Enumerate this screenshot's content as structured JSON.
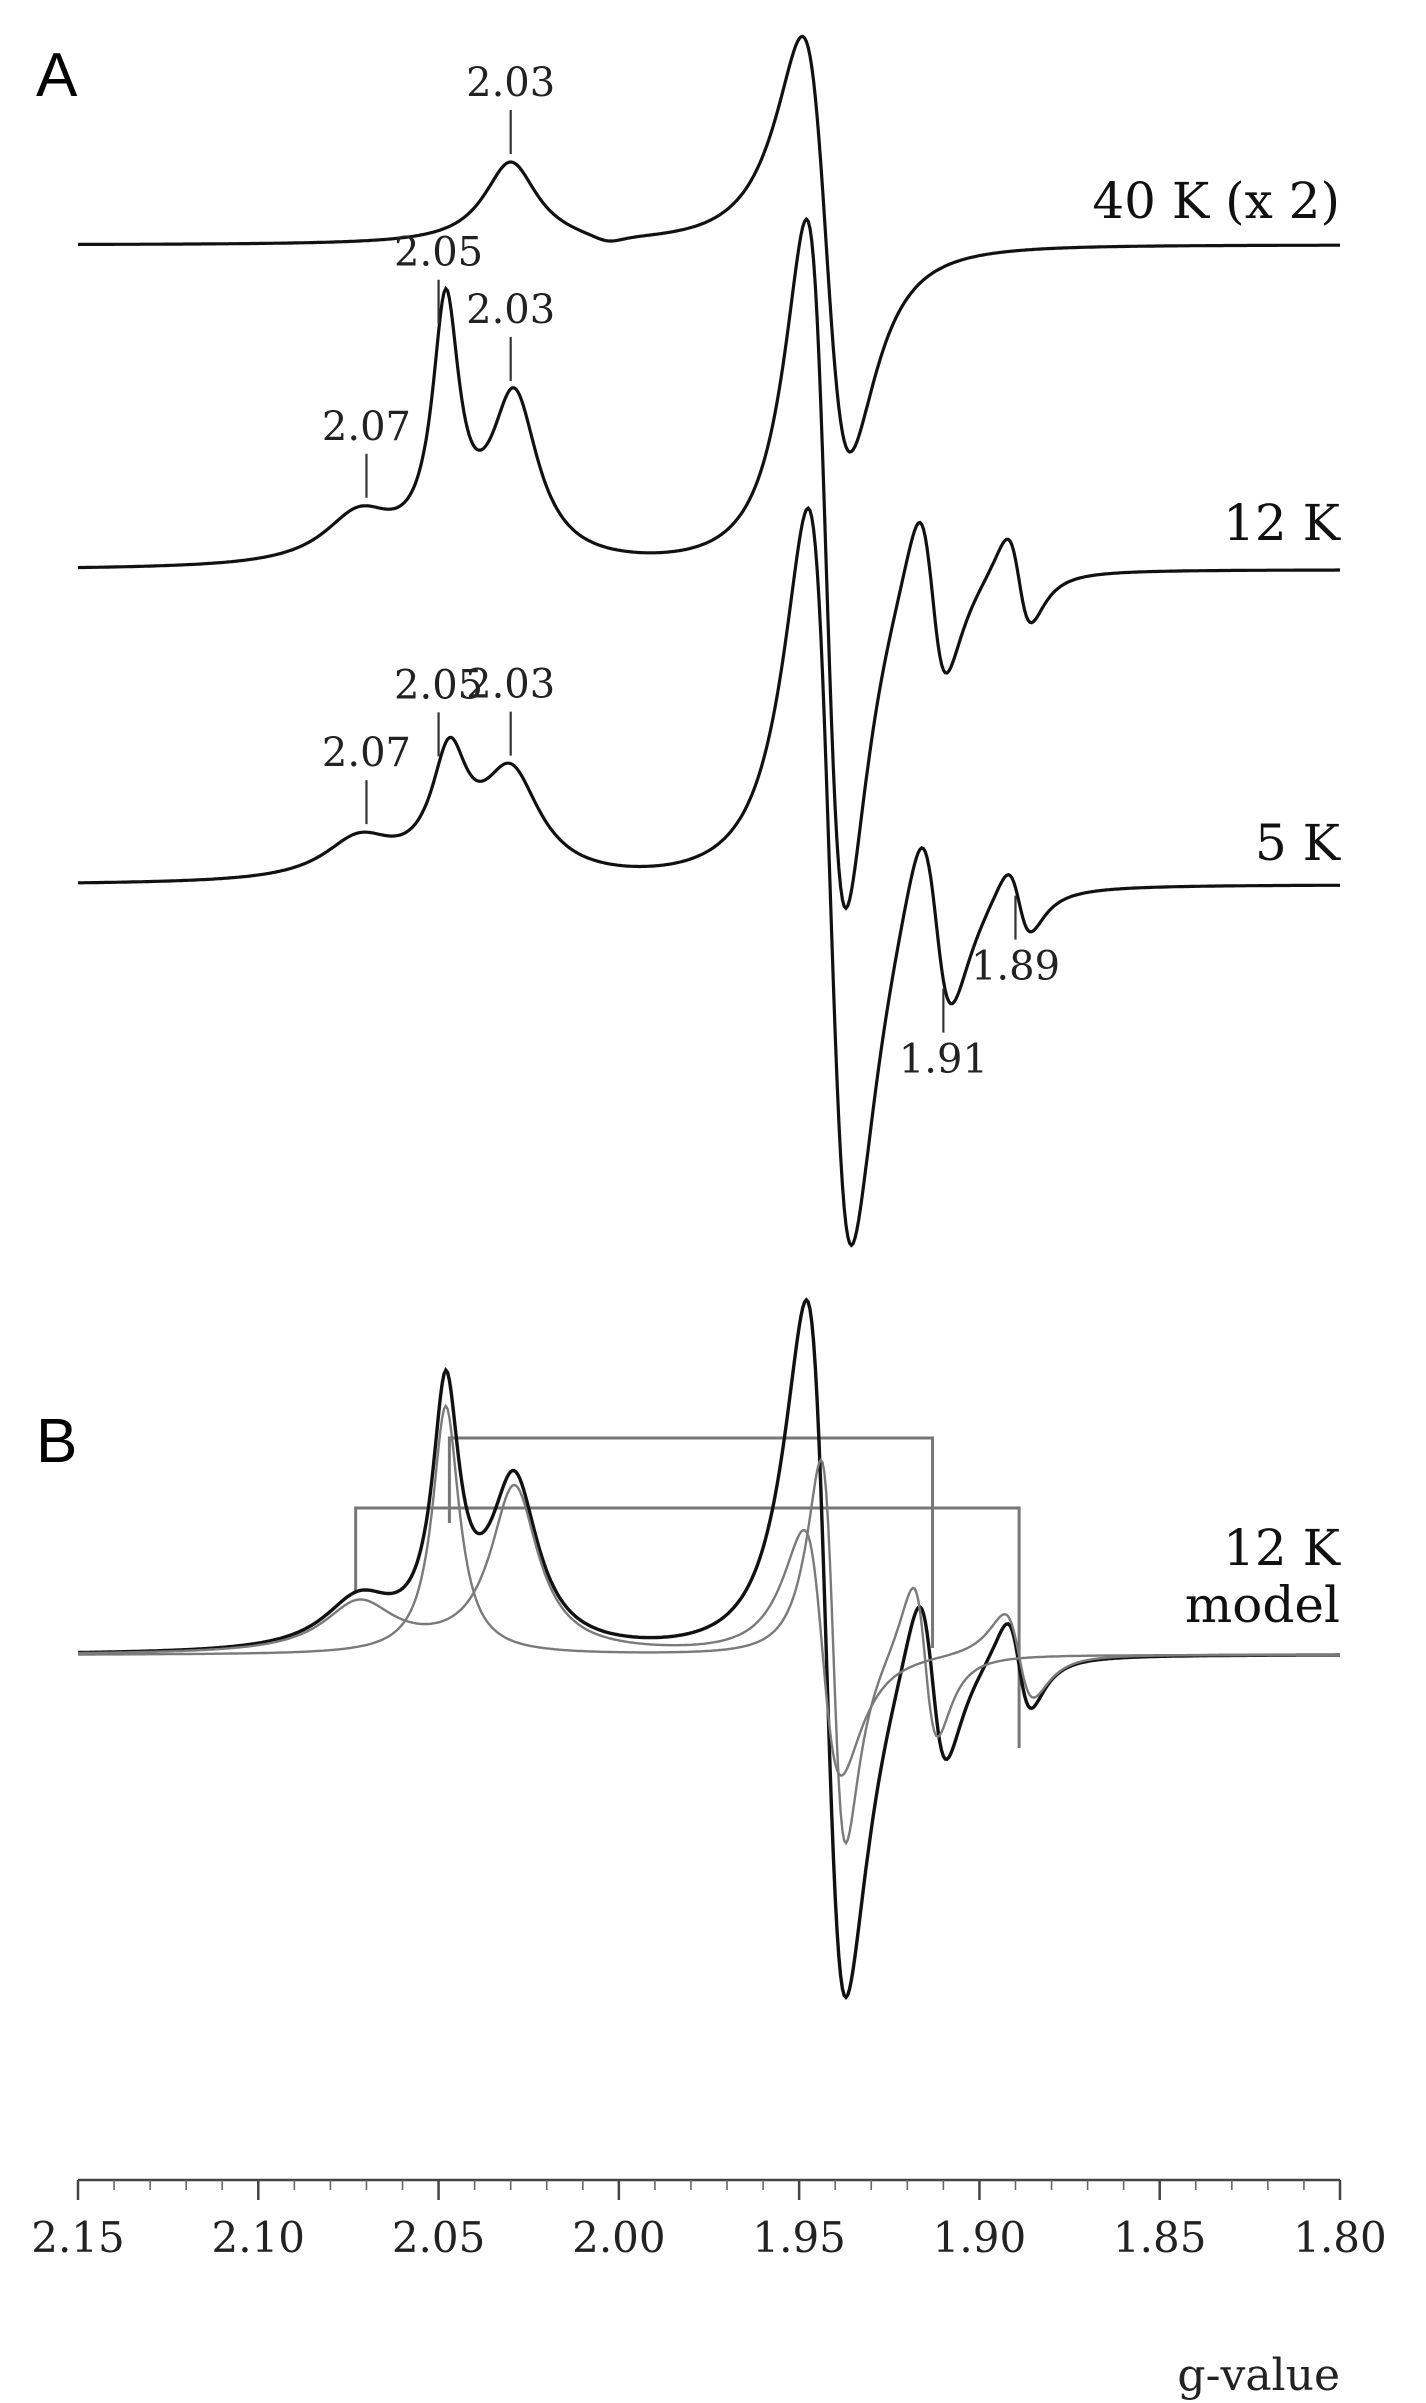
{
  "chart_data": [
    {
      "type": "line",
      "panel_label": "A",
      "xlabel": "",
      "xlim": [
        2.15,
        1.8
      ],
      "series": [
        {
          "name": "40 K (x 2)",
          "baseline_left": 0.0,
          "baseline_right": 0.0,
          "peak_labels": [
            {
              "g": 2.03,
              "text": "2.03"
            }
          ],
          "components": [
            {
              "kind": "peak",
              "g": 2.03,
              "amp": 0.1,
              "width": 0.009
            },
            {
              "kind": "derivative",
              "g": 1.9425,
              "amp": 0.6,
              "width": 0.0115
            },
            {
              "kind": "dip",
              "g": 2.003,
              "amp": 0.01,
              "width": 0.006
            }
          ]
        },
        {
          "name": "12 K",
          "baseline_left": 0.0,
          "baseline_right": 0.0,
          "peak_labels": [
            {
              "g": 2.07,
              "text": "2.07"
            },
            {
              "g": 2.05,
              "text": "2.05"
            },
            {
              "g": 2.03,
              "text": "2.03"
            }
          ],
          "components": [
            {
              "kind": "peak",
              "g": 2.072,
              "amp": 0.06,
              "width": 0.012
            },
            {
              "kind": "peak",
              "g": 2.048,
              "amp": 0.3,
              "width": 0.0045
            },
            {
              "kind": "peak",
              "g": 2.029,
              "amp": 0.2,
              "width": 0.008
            },
            {
              "kind": "derivative",
              "g": 1.9425,
              "amp": 1.0,
              "width": 0.0095
            },
            {
              "kind": "derivative",
              "g": 1.913,
              "amp": 0.25,
              "width": 0.007
            },
            {
              "kind": "derivative",
              "g": 1.889,
              "amp": 0.13,
              "width": 0.006
            }
          ]
        },
        {
          "name": "5 K",
          "baseline_left": 0.0,
          "baseline_right": 0.0,
          "peak_labels": [
            {
              "g": 2.07,
              "text": "2.07"
            },
            {
              "g": 2.05,
              "text": "2.05"
            },
            {
              "g": 2.03,
              "text": "2.03"
            },
            {
              "g": 1.91,
              "text": "1.91"
            },
            {
              "g": 1.89,
              "text": "1.89"
            }
          ],
          "components": [
            {
              "kind": "peak",
              "g": 2.072,
              "amp": 0.05,
              "width": 0.012
            },
            {
              "kind": "peak",
              "g": 2.047,
              "amp": 0.14,
              "width": 0.006
            },
            {
              "kind": "peak",
              "g": 2.03,
              "amp": 0.13,
              "width": 0.01
            },
            {
              "kind": "derivative",
              "g": 1.9415,
              "amp": 1.1,
              "width": 0.0105
            },
            {
              "kind": "derivative",
              "g": 1.912,
              "amp": 0.28,
              "width": 0.008
            },
            {
              "kind": "derivative",
              "g": 1.889,
              "amp": 0.1,
              "width": 0.006
            }
          ]
        }
      ]
    },
    {
      "type": "line",
      "panel_label": "B",
      "xlabel": "g-value",
      "xlim": [
        2.15,
        1.8
      ],
      "x_ticks": [
        2.15,
        2.1,
        2.05,
        2.0,
        1.95,
        1.9,
        1.85,
        1.8
      ],
      "x_tick_labels": [
        "2.15",
        "2.10",
        "2.05",
        "2.00",
        "1.95",
        "1.90",
        "1.85",
        "1.80"
      ],
      "text": [
        "12 K",
        "model"
      ],
      "brackets": [
        {
          "g_left": 2.047,
          "g_right": 1.913
        },
        {
          "g_left": 2.073,
          "g_right": 1.889
        }
      ],
      "series": [
        {
          "name": "",
          "style": "total",
          "components": [
            {
              "kind": "peak",
              "g": 2.072,
              "amp": 0.06,
              "width": 0.012
            },
            {
              "kind": "peak",
              "g": 2.048,
              "amp": 0.3,
              "width": 0.0045
            },
            {
              "kind": "peak",
              "g": 2.029,
              "amp": 0.2,
              "width": 0.008
            },
            {
              "kind": "derivative",
              "g": 1.9425,
              "amp": 1.0,
              "width": 0.0095
            },
            {
              "kind": "derivative",
              "g": 1.913,
              "amp": 0.25,
              "width": 0.007
            },
            {
              "kind": "derivative",
              "g": 1.889,
              "amp": 0.13,
              "width": 0.006
            }
          ]
        },
        {
          "name": "",
          "style": "component",
          "components": [
            {
              "kind": "peak",
              "g": 2.048,
              "amp": 0.3,
              "width": 0.0045
            },
            {
              "kind": "derivative",
              "g": 1.9405,
              "amp": 0.55,
              "width": 0.006
            },
            {
              "kind": "derivative",
              "g": 1.915,
              "amp": 0.22,
              "width": 0.006
            }
          ]
        },
        {
          "name": "",
          "style": "component",
          "components": [
            {
              "kind": "peak",
              "g": 2.072,
              "amp": 0.06,
              "width": 0.012
            },
            {
              "kind": "peak",
              "g": 2.029,
              "amp": 0.2,
              "width": 0.008
            },
            {
              "kind": "derivative",
              "g": 1.9435,
              "amp": 0.35,
              "width": 0.009
            },
            {
              "kind": "derivative",
              "g": 1.889,
              "amp": 0.12,
              "width": 0.007
            }
          ]
        }
      ]
    }
  ]
}
